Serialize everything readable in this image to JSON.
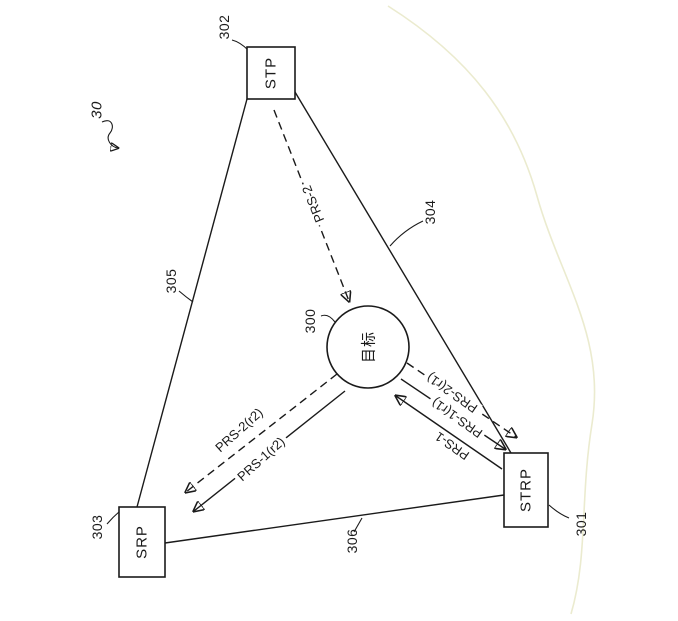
{
  "figure": {
    "system_ref": "30",
    "target": {
      "label": "目标",
      "ref": "300"
    },
    "nodes": [
      {
        "id": "stp",
        "label": "STP",
        "ref": "302"
      },
      {
        "id": "srp",
        "label": "SRP",
        "ref": "303"
      },
      {
        "id": "strp",
        "label": "STRP",
        "ref": "301"
      }
    ],
    "links": [
      {
        "between": "STP-SRP",
        "ref": "305"
      },
      {
        "between": "STP-STRP",
        "ref": "304"
      },
      {
        "between": "SRP-STRP",
        "ref": "306"
      }
    ],
    "signals": [
      {
        "label": "PRS-2",
        "style": "dashed",
        "from": "STP",
        "to": "target"
      },
      {
        "label": "PRS-2(r2)",
        "style": "dashed",
        "from": "target",
        "to": "SRP"
      },
      {
        "label": "PRS-1(r2)",
        "style": "solid",
        "from": "target",
        "to": "SRP"
      },
      {
        "label": "PRS-2(r1)",
        "style": "dashed",
        "from": "target",
        "to": "STRP"
      },
      {
        "label": "PRS-1(r1)",
        "style": "solid",
        "from": "target",
        "to": "STRP"
      },
      {
        "label": "PRS-1",
        "style": "solid",
        "from": "STRP",
        "to": "target"
      }
    ]
  }
}
